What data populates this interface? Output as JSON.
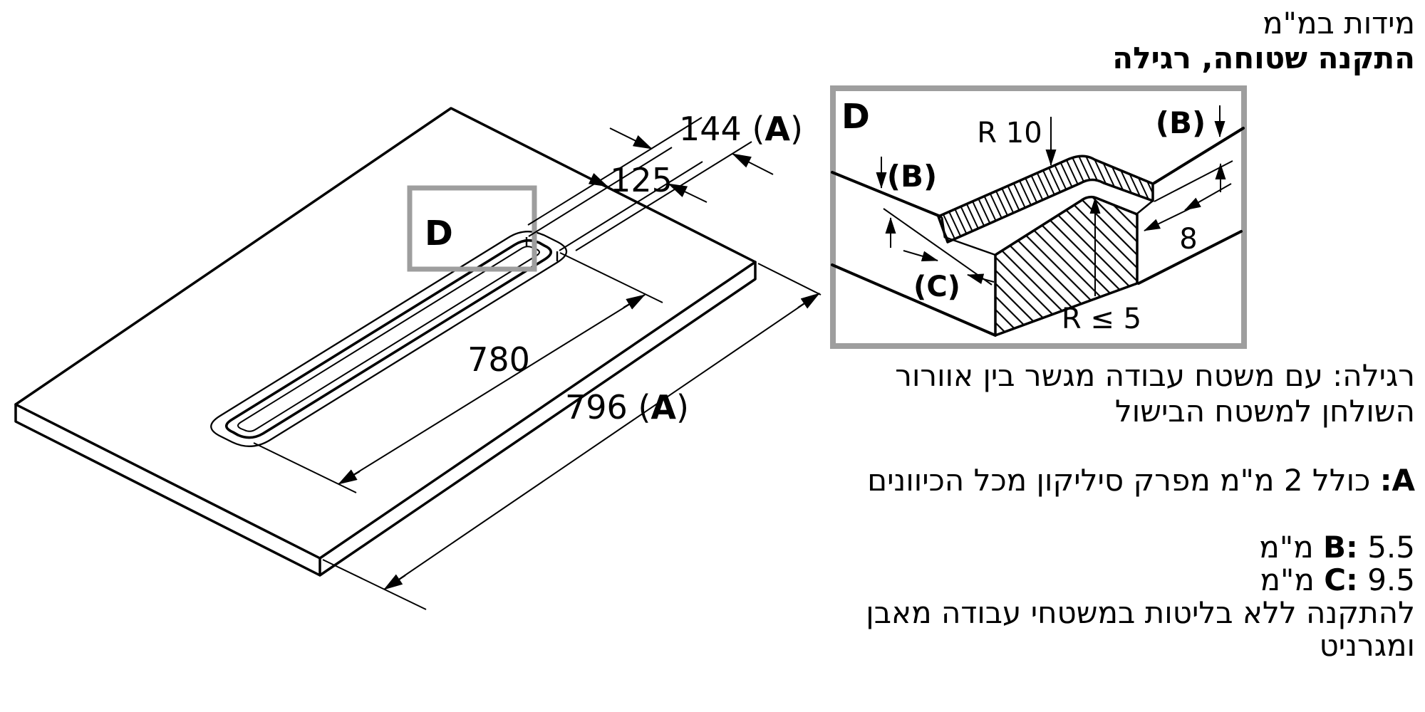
{
  "page": {
    "background": "#ffffff",
    "line_color": "#000000",
    "detail_box_color": "#9e9e9e"
  },
  "header": {
    "units_note": "מידות במ\"מ",
    "title": "התקנה שטוחה, רגילה"
  },
  "isometric_view": {
    "detail_label": "D",
    "dims": {
      "cutout_width": "144",
      "hole_width": "125",
      "hole_length": "780",
      "overall_width": "796",
      "ref": "A",
      "paren_open": " (",
      "paren_close": ")"
    }
  },
  "detail_view": {
    "label": "D",
    "top_radius": "R 10",
    "inner_radius": "R ≤ 5",
    "lip_width": "8",
    "thickness_ref": "(B)",
    "depth_ref": "(C)"
  },
  "notes": {
    "regular_line1": "רגילה: עם משטח עבודה מגשר בין אוורור",
    "regular_line2": "השולחן למשטח הבישול",
    "a_prefix": "A:",
    "a_text": "כולל 2 מ\"מ מפרק סיליקון מכל הכיוונים",
    "b_prefix": "B:",
    "b_text": "5.5 מ\"מ",
    "c_prefix": "C:",
    "c_text": "9.5 מ\"מ",
    "install_line1": "להתקנה ללא בליטות במשטחי עבודה מאבן",
    "install_line2": "ומגרניט"
  }
}
